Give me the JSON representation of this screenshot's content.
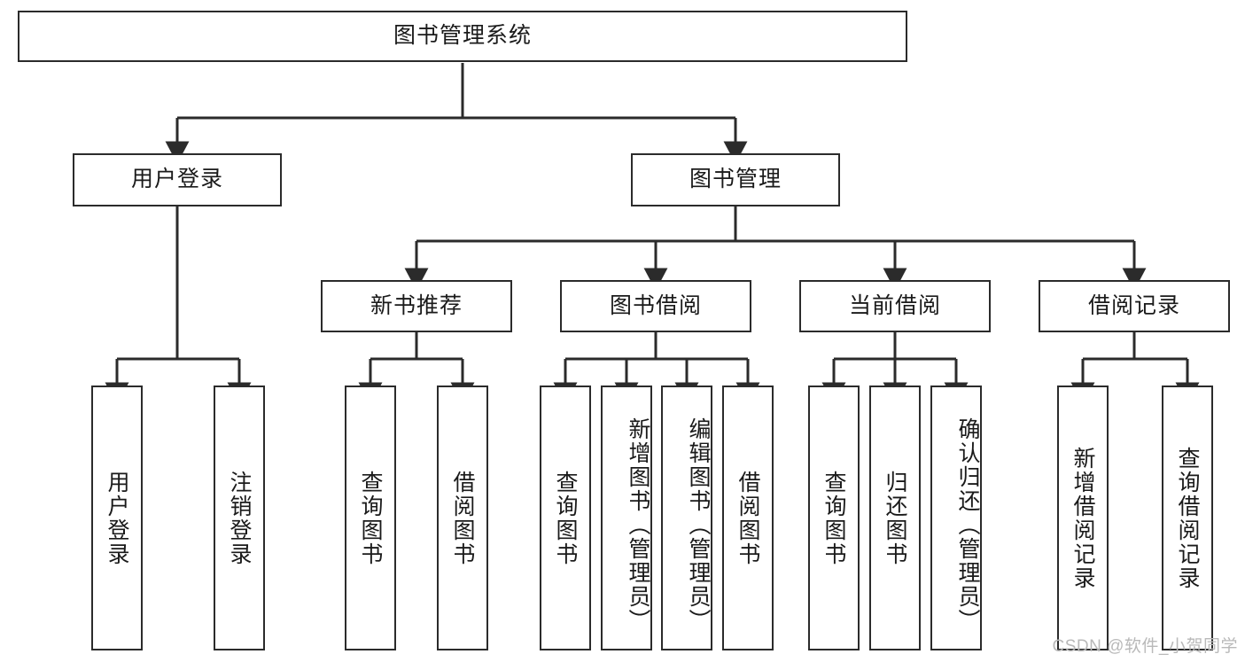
{
  "diagram": {
    "title": "图书管理系统",
    "type": "tree",
    "watermark": "CSDN @软件_小贺同学",
    "colors": {
      "box_border": "#2b2b2b",
      "box_fill": "#ffffff",
      "edge": "#2b2b2b",
      "text": "#1a1a1a",
      "watermark": "#b9b9b9"
    },
    "root": {
      "label": "图书管理系统"
    },
    "level2": [
      {
        "label": "用户登录"
      },
      {
        "label": "图书管理"
      }
    ],
    "level3": [
      {
        "label": "新书推荐"
      },
      {
        "label": "图书借阅"
      },
      {
        "label": "当前借阅"
      },
      {
        "label": "借阅记录"
      }
    ],
    "leaves": {
      "user_login": [
        {
          "label": "用户登录"
        },
        {
          "label": "注销登录"
        }
      ],
      "new_book": [
        {
          "label": "查询图书"
        },
        {
          "label": "借阅图书"
        }
      ],
      "book_borrow": [
        {
          "label": "查询图书"
        },
        {
          "label": "新增图书（管理员）"
        },
        {
          "label": "编辑图书（管理员）"
        },
        {
          "label": "借阅图书"
        }
      ],
      "current_borrow": [
        {
          "label": "查询图书"
        },
        {
          "label": "归还图书"
        },
        {
          "label": "确认归还（管理员）"
        }
      ],
      "borrow_record": [
        {
          "label": "新增借阅记录"
        },
        {
          "label": "查询借阅记录"
        }
      ]
    }
  }
}
